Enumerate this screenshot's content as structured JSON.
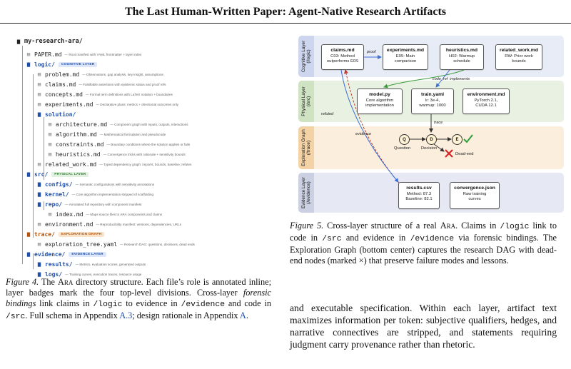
{
  "title": "The Last Human-Written Paper: Agent-Native Research Artifacts",
  "tree": {
    "root": "my-research-ara/",
    "rows": [
      {
        "name": "PAPER.md",
        "note": "— Root manifest with YAML frontmatter + layer index"
      },
      {
        "name": "logic/",
        "badge": "COGNITIVE LAYER"
      },
      {
        "name": "problem.md",
        "note": "— Observations, gap analysis, key insight, assumptions"
      },
      {
        "name": "claims.md",
        "note": "— Falsifiable assertions with epistemic status and proof refs"
      },
      {
        "name": "concepts.md",
        "note": "— Formal term definitions with LaTeX notation + boundaries"
      },
      {
        "name": "experiments.md",
        "note": "— Declarative plans: metrics + directional outcomes only"
      },
      {
        "name": "solution/"
      },
      {
        "name": "architecture.md",
        "note": "— Component graph with inputs, outputs, interactions"
      },
      {
        "name": "algorithm.md",
        "note": "— Mathematical formulation and pseudocode"
      },
      {
        "name": "constraints.md",
        "note": "— Boundary conditions where the solution applies or fails"
      },
      {
        "name": "heuristics.md",
        "note": "— Convergence tricks with rationale + sensitivity bounds"
      },
      {
        "name": "related_work.md",
        "note": "— Typed dependency graph: imports, bounds, baseline; refutes"
      },
      {
        "name": "src/",
        "badge": "PHYSICAL LAYER"
      },
      {
        "name": "configs/",
        "note": "— Semantic configurations with sensitivity annotations"
      },
      {
        "name": "kernel/",
        "note": "— Core algorithm implementation stripped of scaffolding"
      },
      {
        "name": "repo/",
        "note": "— Annotated full repository with component manifest"
      },
      {
        "name": "index.md",
        "note": "— Maps source files to ARA components and claims"
      },
      {
        "name": "environment.md",
        "note": "— Reproducibility manifest: versions, dependencies, URLs"
      },
      {
        "name": "trace/",
        "badge": "EXPLORATION GRAPH"
      },
      {
        "name": "exploration_tree.yaml",
        "note": "— Research DAG: questions, decisions, dead ends"
      },
      {
        "name": "evidence/",
        "badge": "EVIDENCE LAYER"
      },
      {
        "name": "results/",
        "note": "— Metrics, evaluation scores, generated outputs"
      },
      {
        "name": "logs/",
        "note": "— Training curves, execution traces, resource usage"
      }
    ]
  },
  "fig4": {
    "label": "Figure 4.",
    "t1": " The ",
    "ara": "Ara",
    "t2": " directory structure. Each file’s role is annotated inline; layer badges mark the four top-level divisions. Cross-layer ",
    "fb": "forensic bindings",
    "t3": " link claims in ",
    "logic": "/logic",
    "t4": " to evidence in ",
    "evidence": "/evidence",
    "t5": " and code in ",
    "src": "/src",
    "t6": ". Full schema in Appendix ",
    "a3": "A.3",
    "t7": "; design rationale in Appendix ",
    "a": "A",
    "t8": "."
  },
  "fig5": {
    "label": "Figure 5.",
    "t1": " Cross-layer structure of a real ",
    "ara": "Ara",
    "t2": ". Claims in ",
    "logic": "/logic",
    "t3": " link to code in ",
    "src": "/src",
    "t4": " and evidence in ",
    "evidence": "/evidence",
    "t5": " via forensic bindings. The Exploration Graph (bottom center) captures the research DAG with dead-end nodes (marked ×) that preserve failure modes and lessons."
  },
  "body": {
    "text": "and executable specification. Within each layer, artifact text maximizes information per token: subjective qualifiers, hedges, and narrative connectives are stripped, and statements requiring judgment carry provenance rather than rhetoric."
  },
  "diagram": {
    "lanes": [
      {
        "label1": "Cognitive Layer",
        "label2": "(/logic)"
      },
      {
        "label1": "Physical Layer",
        "label2": "(/src)"
      },
      {
        "label1": "Exploration Graph",
        "label2": "(/trace)"
      },
      {
        "label1": "Evidence Layer",
        "label2": "(/evidence)"
      }
    ],
    "nodes": {
      "claims": {
        "title": "claims.md",
        "l1": "C03: Method",
        "l2": "outperforms E0S"
      },
      "experiments": {
        "title": "experiments.md",
        "l1": "E05: Main",
        "l2": "comparison"
      },
      "heuristics": {
        "title": "heuristics.md",
        "l1": "H02: Warmup",
        "l2": "schedule"
      },
      "related": {
        "title": "related_work.md",
        "l1": "RW: Prior work",
        "l2": "bounds"
      },
      "model": {
        "title": "model.py",
        "l1": "Core algorithm",
        "l2": "implementation"
      },
      "train": {
        "title": "train.yaml",
        "l1": "lr: 3e-4,",
        "l2": "warmup: 1000"
      },
      "env": {
        "title": "environment.md",
        "l1": "PyTorch 2.1,",
        "l2": "CUDA 12.1"
      },
      "results": {
        "title": "results.csv",
        "l1": "Method: 87.3",
        "l2": "Baseline: 82.1"
      },
      "convergence": {
        "title": "convergence.json",
        "l1": "Raw training",
        "l2": "curves"
      }
    },
    "edges": {
      "proof": "proof",
      "code_ref": "code_ref",
      "implements": "implements",
      "trace": "trace",
      "refuted": "refuted",
      "evidence": "evidence"
    },
    "trace_nodes": {
      "q": "Q",
      "d": "D",
      "e": "E",
      "question": "Question",
      "decision": "Decision",
      "dead_end": "Dead-end"
    },
    "colors": {
      "cognitive": "#e8ecf7",
      "physical": "#e9f1e2",
      "exploration": "#fbeedd",
      "evidence": "#e6e9f3",
      "blue_arrow": "#3b6fd4",
      "red_arrow": "#c0392b",
      "green_arrow": "#3a9a3a"
    }
  }
}
